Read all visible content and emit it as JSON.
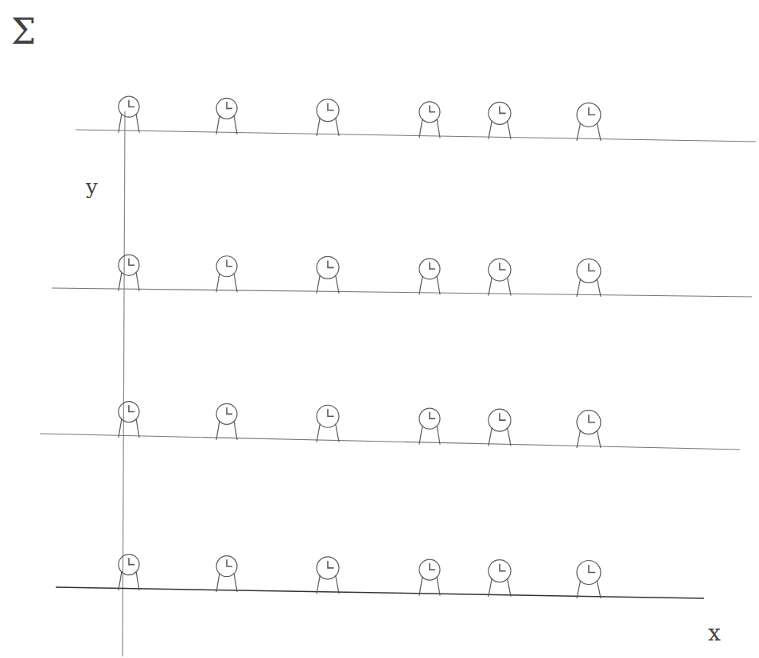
{
  "diagram": {
    "labels": [
      "Σ",
      "y",
      "x"
    ]
  }
}
